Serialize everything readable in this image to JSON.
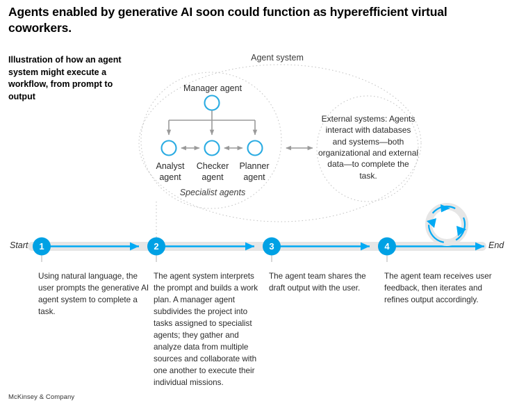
{
  "header": {
    "headline": "Agents enabled by generative AI soon could function as hyperefficient virtual coworkers.",
    "subhead": "Illustration of how an agent system might execute a workflow, from prompt to output"
  },
  "diagram": {
    "agent_system_label": "Agent system",
    "manager_agent_label": "Manager agent",
    "specialist_agents_label": "Specialist agents",
    "specialists": [
      {
        "name": "analyst-agent",
        "line1": "Analyst",
        "line2": "agent"
      },
      {
        "name": "checker-agent",
        "line1": "Checker",
        "line2": "agent"
      },
      {
        "name": "planner-agent",
        "line1": "Planner",
        "line2": "agent"
      }
    ],
    "external_systems_text": "External systems: Agents interact with databases and systems—both organizational and external data—to complete the task."
  },
  "timeline": {
    "start_label": "Start",
    "end_label": "End",
    "nodes": [
      {
        "number": "1"
      },
      {
        "number": "2"
      },
      {
        "number": "3"
      },
      {
        "number": "4"
      }
    ],
    "loop_icon": "circular-refresh-icon",
    "steps": [
      {
        "number": "1",
        "text": "Using natural language, the user prompts the generative AI agent system to complete a task."
      },
      {
        "number": "2",
        "text": "The agent system interprets the prompt and builds a work plan. A manager agent subdivides the project into tasks assigned to specialist agents; they gather and analyze data from multiple sources and collaborate with one another to execute their individual missions."
      },
      {
        "number": "3",
        "text": "The agent team shares the draft output with the user."
      },
      {
        "number": "4",
        "text": "The agent team receives user feedback, then iterates and refines output accordingly."
      }
    ]
  },
  "footer": {
    "source": "McKinsey & Company"
  },
  "colors": {
    "accent_blue": "#00A9F4",
    "node_blue": "#00A1E4",
    "track_gray": "#E4E4E4",
    "arrow_gray": "#9A9A9A",
    "dashed_gray": "#BBBBBB",
    "text_dark": "#2b2b2b"
  }
}
